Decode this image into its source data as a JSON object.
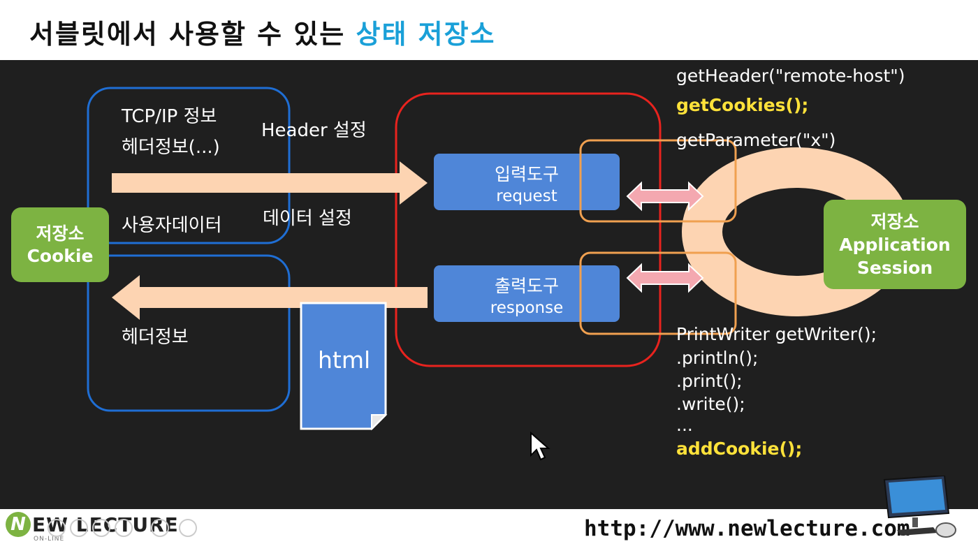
{
  "slide": {
    "title_main": "서블릿에서 사용할 수 있는 ",
    "title_highlight": "상태 저장소"
  },
  "client": {
    "request_info_line1": "TCP/IP 정보",
    "request_info_line2": "헤더정보(...)",
    "user_data": "사용자데이터",
    "response_header": "헤더정보",
    "cookie_line1": "저장소",
    "cookie_line2": "Cookie"
  },
  "labels": {
    "header_setting": "Header 설정",
    "data_setting": "데이터 설정",
    "html_doc": "html"
  },
  "tools": {
    "input_kr": "입력도구",
    "input_en": "request",
    "output_kr": "출력도구",
    "output_en": "response"
  },
  "storage": {
    "line1": "저장소",
    "line2": "Application",
    "line3": "Session"
  },
  "request_methods": {
    "get_header": "getHeader(\"remote-host\")",
    "get_cookies": "getCookies();",
    "get_parameter": "getParameter(\"x\")"
  },
  "response_methods": {
    "get_writer": "PrintWriter getWriter();",
    "println": ".println();",
    "print": ".print();",
    "write": ".write();",
    "ellipsis": "...",
    "add_cookie": "addCookie();"
  },
  "footer": {
    "logo_letter": "N",
    "logo_text": "EW LECTURE",
    "logo_sub": "ON-LINE",
    "url": "http://www.newlecture.com"
  },
  "colors": {
    "title_highlight": "#1aa0d8",
    "blue_box": "#1f6ed4",
    "red_box": "#e8231e",
    "orange_box": "#f0a050",
    "peach_arrow": "#fdd4b2",
    "tool_fill": "#4f86d8",
    "green_fill": "#7db342",
    "yellow_code": "#ffe23a"
  }
}
